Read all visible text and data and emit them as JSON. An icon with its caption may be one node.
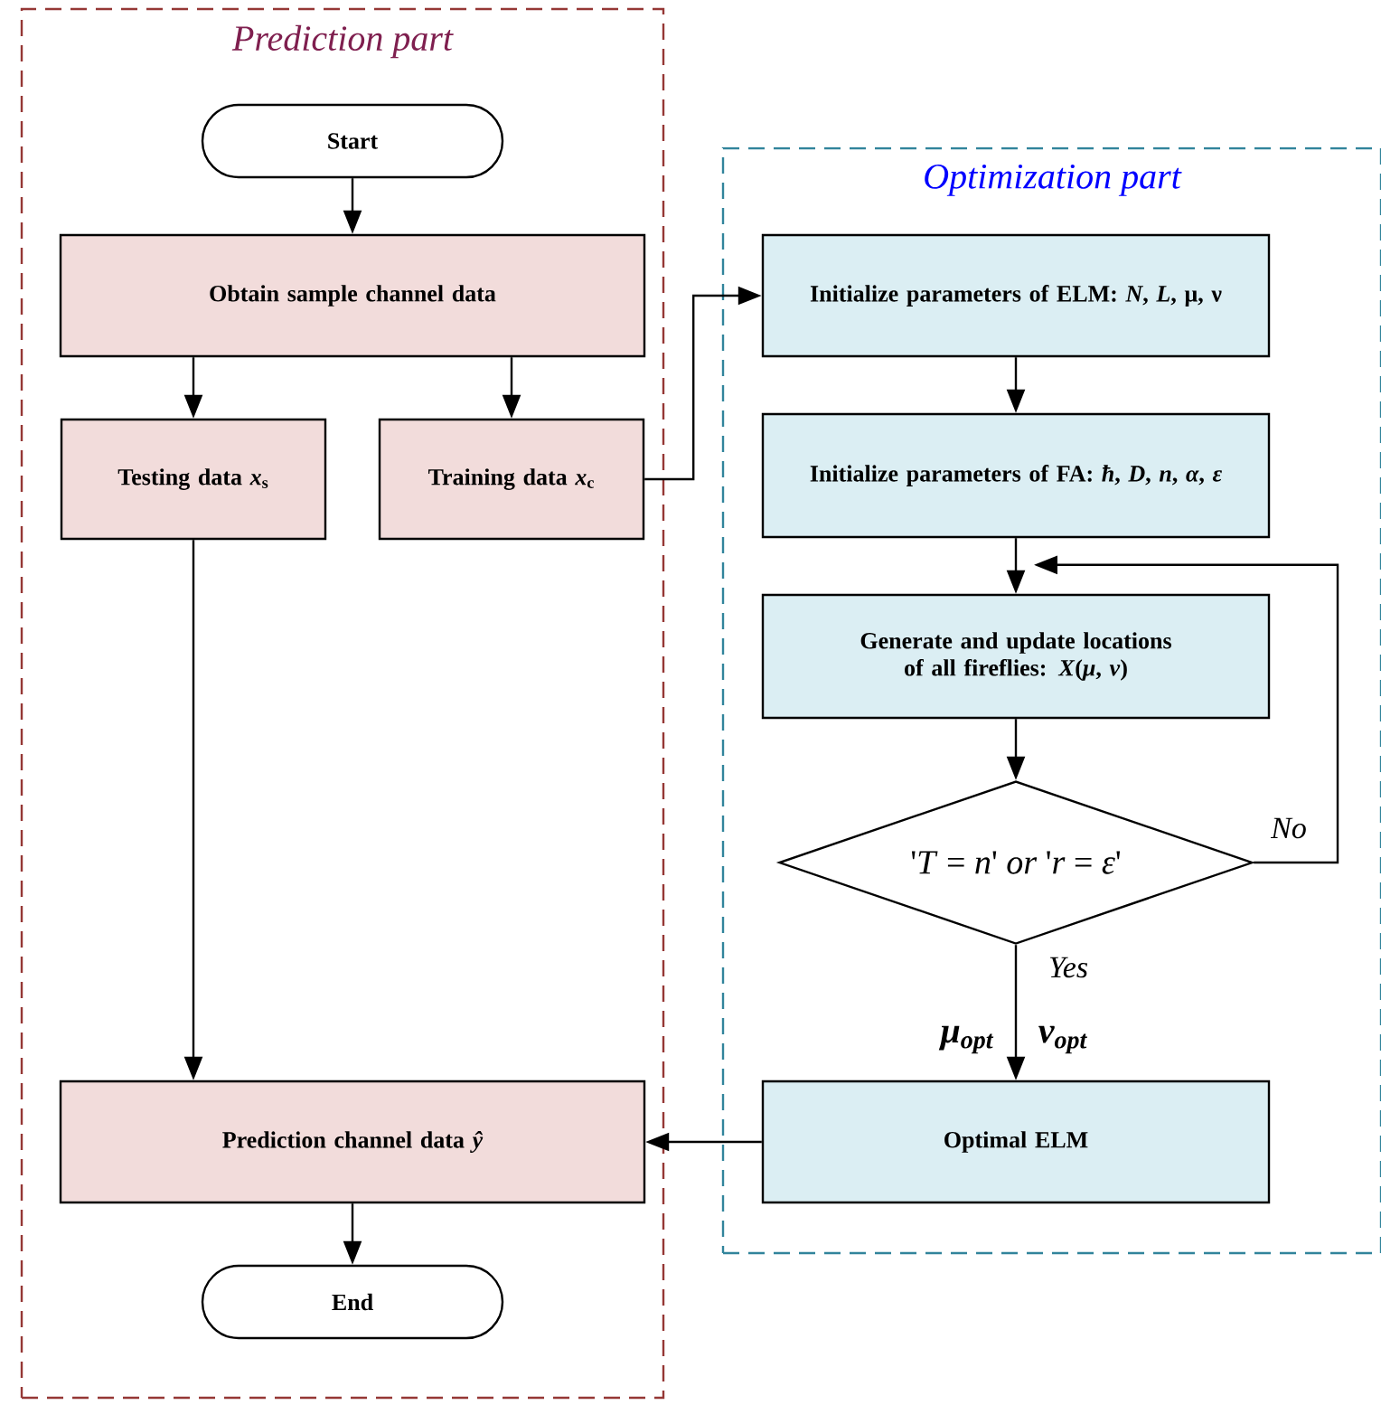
{
  "diagram": {
    "nodes": [
      {
        "text": [
          "Prediction part"
        ]
      },
      {
        "text": [
          "Start"
        ],
        "in": 0
      },
      {
        "text": [
          "Obtain sample channel data"
        ],
        "in": 0
      },
      {
        "text": [
          "Testing data *x*$_{s}$"
        ],
        "in": 0
      },
      {
        "text": [
          "Training data *x*$_{c}$"
        ],
        "in": 0
      },
      {
        "text": [
          "Prediction channel data *ŷ*"
        ],
        "in": 0
      },
      {
        "text": [
          "End"
        ],
        "in": 0
      },
      {
        "text": [
          "Optimization part"
        ]
      },
      {
        "text": [
          "Initialize parameters of ELM: *N*, *L*, μ, ν"
        ],
        "in": 7
      },
      {
        "text": [
          "Initialize parameters of FA: *ħ*, *D*, *n*, *α*, *ε*"
        ],
        "in": 7
      },
      {
        "text": [
          "Generate and update locations of all fireflies: *X*(*μ*, *ν*)"
        ],
        "in": 7
      },
      {
        "text": [
          "'*T* = *n*' *or* '*r* = *ε*'"
        ],
        "in": 7
      },
      {
        "text": [
          "Optimal ELM"
        ],
        "in": 7
      }
    ],
    "edges": [
      {
        "from": 1,
        "to": 2,
        "arrow": "to"
      },
      {
        "from": 2,
        "to": 3,
        "arrow": "to"
      },
      {
        "from": 2,
        "to": 4,
        "arrow": "to"
      },
      {
        "from": 3,
        "to": 5,
        "arrow": "to"
      },
      {
        "from": 5,
        "to": 6,
        "arrow": "to"
      },
      {
        "from": 4,
        "to": 8,
        "arrow": "to"
      },
      {
        "from": 8,
        "to": 9,
        "arrow": "to"
      },
      {
        "from": 9,
        "to": 10,
        "arrow": "to"
      },
      {
        "from": 10,
        "to": 11,
        "arrow": "to"
      },
      {
        "from": 11,
        "to": 10,
        "arrow": "to",
        "label": "No"
      },
      {
        "from": 11,
        "to": 12,
        "arrow": "to",
        "label": "Yes"
      },
      {
        "from": 12,
        "to": 5,
        "arrow": "to"
      }
    ],
    "labels": [
      "μ$_{opt}$",
      "ν$_{opt}$"
    ]
  }
}
